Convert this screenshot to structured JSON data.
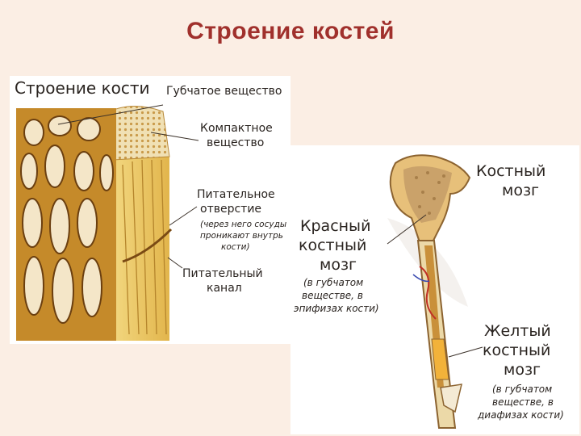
{
  "slide": {
    "title": "Строение костей"
  },
  "left_figure": {
    "title": "Строение кости",
    "labels": {
      "spongy": "Губчатое вещество",
      "compact_line1": "Компактное",
      "compact_line2": "вещество",
      "foramen_line1": "Питательное",
      "foramen_line2": "отверстие",
      "foramen_note1": "(через него сосуды",
      "foramen_note2": "проникают внутрь",
      "foramen_note3": "кости)",
      "canal_line1": "Питательный",
      "canal_line2": "канал"
    }
  },
  "right_figure": {
    "labels": {
      "marrow_line1": "Костный",
      "marrow_line2": "мозг",
      "red_line1": "Красный",
      "red_line2": "костный",
      "red_line3": "мозг",
      "red_note1": "(в губчатом",
      "red_note2": "веществе, в",
      "red_note3": "эпифизах кости)",
      "yellow_line1": "Желтый",
      "yellow_line2": "костный",
      "yellow_line3": "мозг",
      "yellow_note1": "(в губчатом",
      "yellow_note2": "веществе, в",
      "yellow_note3": "диафизах кости)"
    }
  },
  "colors": {
    "title": "#a0302c",
    "bone_dark": "#7a4a14",
    "bone_light": "#e8c26a",
    "spongy": "#d9b26b"
  }
}
